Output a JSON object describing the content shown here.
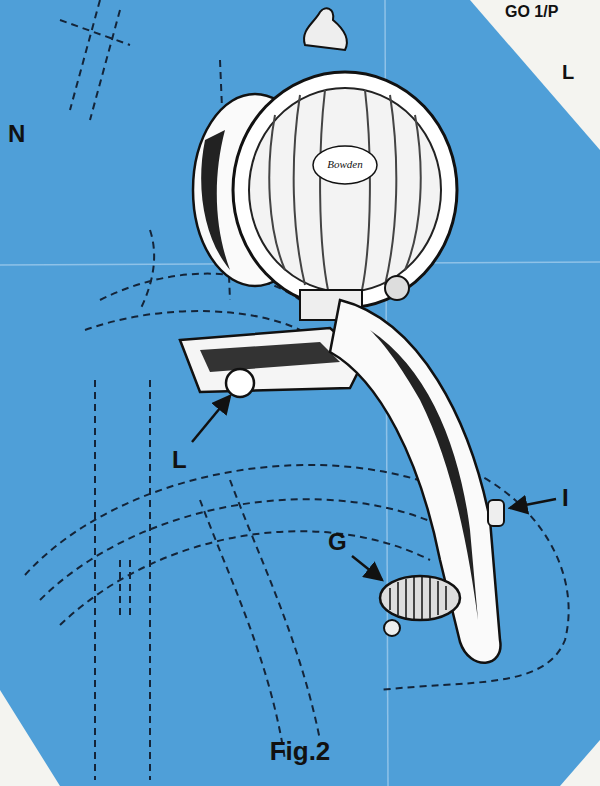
{
  "diagram": {
    "caption": "Fig.2",
    "labels": [
      "GO 1/P",
      "L",
      "N",
      "Bowden",
      "L",
      "I",
      "G"
    ]
  }
}
